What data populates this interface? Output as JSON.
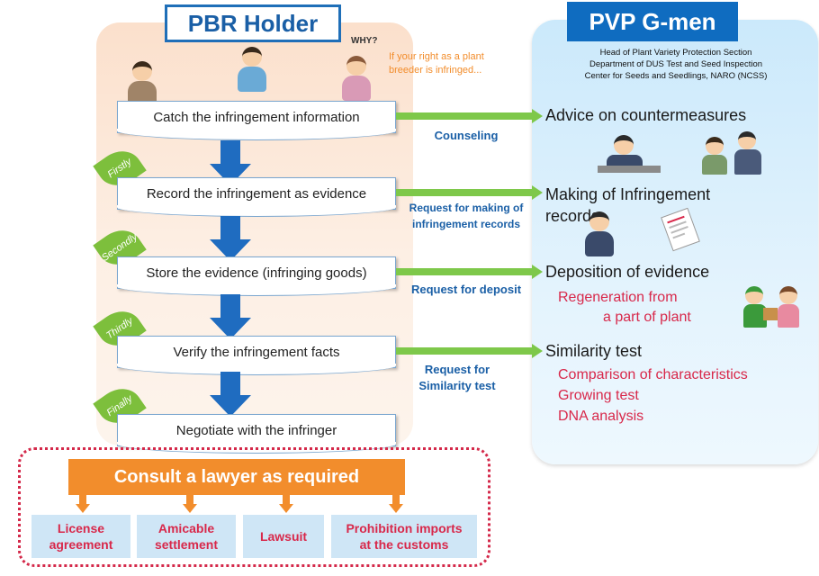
{
  "left": {
    "title": "PBR Holder",
    "why_label": "WHY?",
    "note": "If your right as a plant\nbreeder is infringed...",
    "steps": [
      {
        "label": "Catch the infringement information"
      },
      {
        "label": "Record the infringement as evidence",
        "tag": "Firstly"
      },
      {
        "label": "Store the evidence (infringing goods)",
        "tag": "Secondly"
      },
      {
        "label": "Verify the infringement facts",
        "tag": "Thirdly"
      },
      {
        "label": "Negotiate with the infringer",
        "tag": "Finally"
      }
    ]
  },
  "right": {
    "title": "PVP G-men",
    "org_line1": "Head of Plant Variety Protection Section",
    "org_line2": "Department of DUS Test and Seed Inspection",
    "org_line3": "Center for Seeds and Seedlings, NARO (NCSS)",
    "services": [
      {
        "label": "Advice on countermeasures"
      },
      {
        "label": "Making of Infringement\n             records"
      },
      {
        "label": "Deposition of evidence",
        "details": [
          "Regeneration from",
          "a part of plant"
        ]
      },
      {
        "label": "Similarity test",
        "details": [
          "Comparison of characteristics",
          "Growing test",
          "DNA analysis"
        ]
      }
    ]
  },
  "connectors": [
    "Counseling",
    "Request for making of\ninfringement records",
    "Request for deposit",
    "Request for\nSimilarity test"
  ],
  "lawyer": {
    "banner": "Consult a lawyer as required",
    "options": [
      "License\nagreement",
      "Amicable\nsettlement",
      "Lawsuit",
      "Prohibition imports\nat the customs"
    ]
  },
  "colors": {
    "blue": "#1f6cc0",
    "green": "#7ec84a",
    "orange": "#f28d2c",
    "red": "#d8284a"
  }
}
